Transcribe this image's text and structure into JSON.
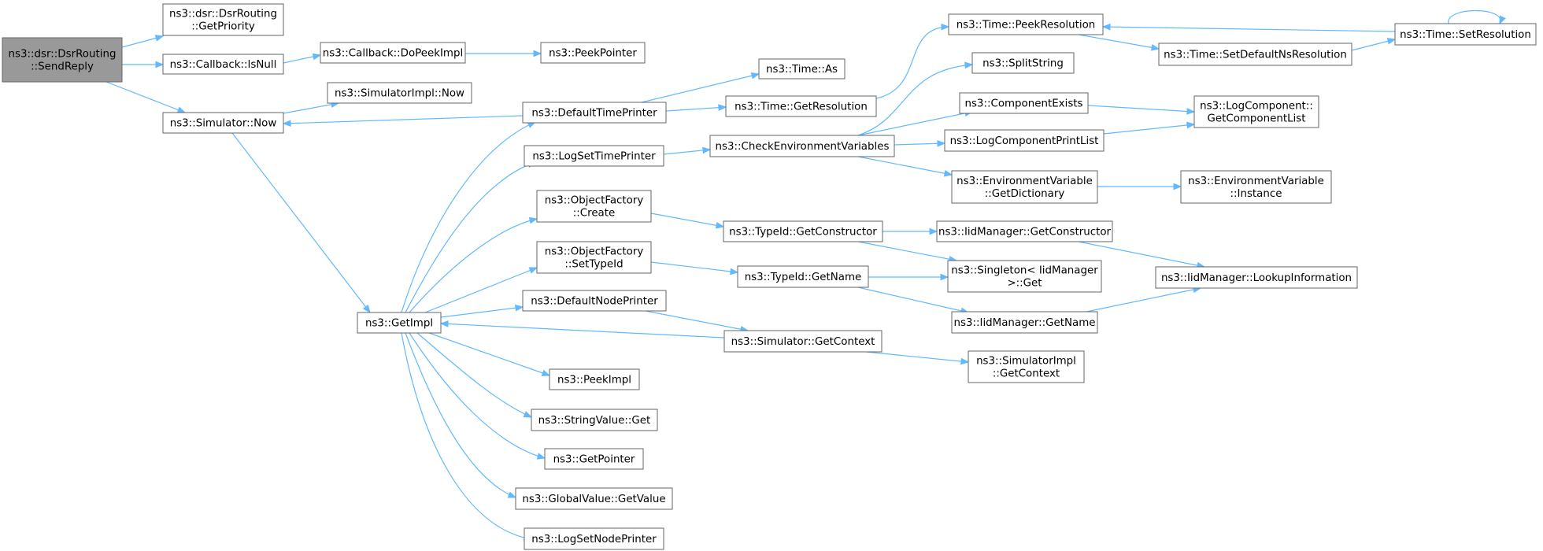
{
  "graph": {
    "nodes": [
      {
        "id": "SendReply",
        "lines": [
          "ns3::dsr::DsrRouting",
          "::SendReply"
        ],
        "root": true
      },
      {
        "id": "GetPriority",
        "lines": [
          "ns3::dsr::DsrRouting",
          "::GetPriority"
        ]
      },
      {
        "id": "IsNull",
        "lines": [
          "ns3::Callback::IsNull"
        ]
      },
      {
        "id": "DoPeekImpl",
        "lines": [
          "ns3::Callback::DoPeekImpl"
        ]
      },
      {
        "id": "PeekPointer",
        "lines": [
          "ns3::PeekPointer"
        ]
      },
      {
        "id": "SimNow",
        "lines": [
          "ns3::Simulator::Now"
        ]
      },
      {
        "id": "SimImplNow",
        "lines": [
          "ns3::SimulatorImpl::Now"
        ]
      },
      {
        "id": "DefaultTimePrinter",
        "lines": [
          "ns3::DefaultTimePrinter"
        ]
      },
      {
        "id": "TimeAs",
        "lines": [
          "ns3::Time::As"
        ]
      },
      {
        "id": "GetResolution",
        "lines": [
          "ns3::Time::GetResolution"
        ]
      },
      {
        "id": "PeekResolution",
        "lines": [
          "ns3::Time::PeekResolution"
        ]
      },
      {
        "id": "SetDefaultNsRes",
        "lines": [
          "ns3::Time::SetDefaultNsResolution"
        ]
      },
      {
        "id": "SetResolution",
        "lines": [
          "ns3::Time::SetResolution"
        ]
      },
      {
        "id": "SplitString",
        "lines": [
          "ns3::SplitString"
        ]
      },
      {
        "id": "LogSetTimePrinter",
        "lines": [
          "ns3::LogSetTimePrinter"
        ]
      },
      {
        "id": "CheckEnv",
        "lines": [
          "ns3::CheckEnvironmentVariables"
        ]
      },
      {
        "id": "ComponentExists",
        "lines": [
          "ns3::ComponentExists"
        ]
      },
      {
        "id": "LogCompPrintList",
        "lines": [
          "ns3::LogComponentPrintList"
        ]
      },
      {
        "id": "GetComponentList",
        "lines": [
          "ns3::LogComponent::",
          "GetComponentList"
        ]
      },
      {
        "id": "EnvGetDict",
        "lines": [
          "ns3::EnvironmentVariable",
          "::GetDictionary"
        ]
      },
      {
        "id": "EnvInstance",
        "lines": [
          "ns3::EnvironmentVariable",
          "::Instance"
        ]
      },
      {
        "id": "OFCreate",
        "lines": [
          "ns3::ObjectFactory",
          "::Create"
        ]
      },
      {
        "id": "TypeIdGetCtor",
        "lines": [
          "ns3::TypeId::GetConstructor"
        ]
      },
      {
        "id": "IidGetCtor",
        "lines": [
          "ns3::IidManager::GetConstructor"
        ]
      },
      {
        "id": "OFSetTypeId",
        "lines": [
          "ns3::ObjectFactory",
          "::SetTypeId"
        ]
      },
      {
        "id": "TypeIdGetName",
        "lines": [
          "ns3::TypeId::GetName"
        ]
      },
      {
        "id": "SingletonGet",
        "lines": [
          "ns3::Singleton< IidManager",
          ">::Get"
        ]
      },
      {
        "id": "LookupInfo",
        "lines": [
          "ns3::IidManager::LookupInformation"
        ]
      },
      {
        "id": "IidGetName",
        "lines": [
          "ns3::IidManager::GetName"
        ]
      },
      {
        "id": "GetImpl",
        "lines": [
          "ns3::GetImpl"
        ]
      },
      {
        "id": "DefaultNodePrinter",
        "lines": [
          "ns3::DefaultNodePrinter"
        ]
      },
      {
        "id": "SimGetContext",
        "lines": [
          "ns3::Simulator::GetContext"
        ]
      },
      {
        "id": "SimImplGetContext",
        "lines": [
          "ns3::SimulatorImpl",
          "::GetContext"
        ]
      },
      {
        "id": "PeekImpl",
        "lines": [
          "ns3::PeekImpl"
        ]
      },
      {
        "id": "StringValueGet",
        "lines": [
          "ns3::StringValue::Get"
        ]
      },
      {
        "id": "GetPointer",
        "lines": [
          "ns3::GetPointer"
        ]
      },
      {
        "id": "GlobalValueGet",
        "lines": [
          "ns3::GlobalValue::GetValue"
        ]
      },
      {
        "id": "LogSetNodePrinter",
        "lines": [
          "ns3::LogSetNodePrinter"
        ]
      }
    ],
    "edges": [
      [
        "SendReply",
        "GetPriority"
      ],
      [
        "SendReply",
        "IsNull"
      ],
      [
        "SendReply",
        "SimNow"
      ],
      [
        "IsNull",
        "DoPeekImpl"
      ],
      [
        "DoPeekImpl",
        "PeekPointer"
      ],
      [
        "SimNow",
        "SimImplNow"
      ],
      [
        "SimNow",
        "GetImpl"
      ],
      [
        "DefaultTimePrinter",
        "SimNow"
      ],
      [
        "DefaultTimePrinter",
        "TimeAs"
      ],
      [
        "DefaultTimePrinter",
        "GetResolution"
      ],
      [
        "GetResolution",
        "PeekResolution"
      ],
      [
        "PeekResolution",
        "SetDefaultNsRes"
      ],
      [
        "SetDefaultNsRes",
        "SetResolution"
      ],
      [
        "SetResolution",
        "PeekResolution"
      ],
      [
        "SetResolution",
        "SetResolution"
      ],
      [
        "LogSetTimePrinter",
        "CheckEnv"
      ],
      [
        "CheckEnv",
        "SplitString"
      ],
      [
        "CheckEnv",
        "ComponentExists"
      ],
      [
        "CheckEnv",
        "LogCompPrintList"
      ],
      [
        "CheckEnv",
        "EnvGetDict"
      ],
      [
        "ComponentExists",
        "GetComponentList"
      ],
      [
        "LogCompPrintList",
        "GetComponentList"
      ],
      [
        "EnvGetDict",
        "EnvInstance"
      ],
      [
        "OFCreate",
        "TypeIdGetCtor"
      ],
      [
        "TypeIdGetCtor",
        "IidGetCtor"
      ],
      [
        "TypeIdGetCtor",
        "SingletonGet"
      ],
      [
        "IidGetCtor",
        "LookupInfo"
      ],
      [
        "OFSetTypeId",
        "TypeIdGetName"
      ],
      [
        "TypeIdGetName",
        "SingletonGet"
      ],
      [
        "TypeIdGetName",
        "IidGetName"
      ],
      [
        "IidGetName",
        "LookupInfo"
      ],
      [
        "GetImpl",
        "DefaultTimePrinter"
      ],
      [
        "GetImpl",
        "LogSetTimePrinter"
      ],
      [
        "GetImpl",
        "OFCreate"
      ],
      [
        "GetImpl",
        "OFSetTypeId"
      ],
      [
        "GetImpl",
        "DefaultNodePrinter"
      ],
      [
        "GetImpl",
        "PeekImpl"
      ],
      [
        "GetImpl",
        "StringValueGet"
      ],
      [
        "GetImpl",
        "GetPointer"
      ],
      [
        "GetImpl",
        "GlobalValueGet"
      ],
      [
        "GetImpl",
        "LogSetNodePrinter"
      ],
      [
        "DefaultNodePrinter",
        "SimGetContext"
      ],
      [
        "SimGetContext",
        "GetImpl"
      ],
      [
        "SimGetContext",
        "SimImplGetContext"
      ]
    ]
  }
}
